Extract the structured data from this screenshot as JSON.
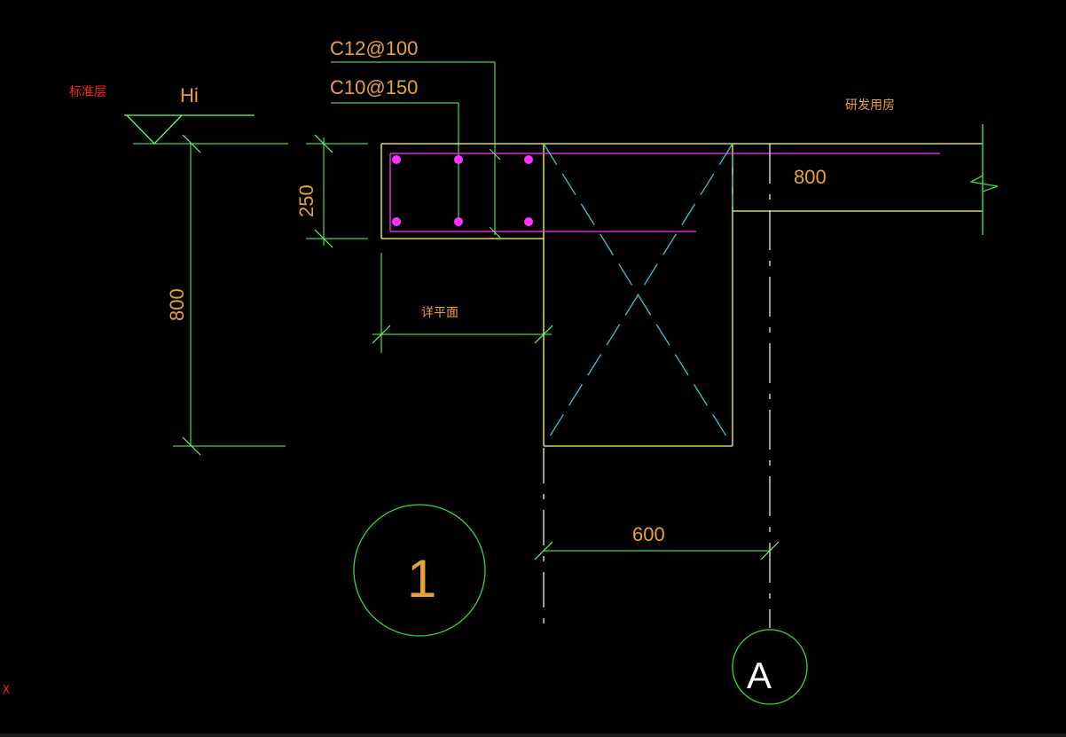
{
  "drawing": {
    "level_label": "标准层",
    "elevation_symbol": "Hi",
    "room_label": "研发用房",
    "rebar_top": "C12@100",
    "rebar_stirrup": "C10@150",
    "dim_height_total": "800",
    "dim_slab_thickness": "250",
    "dim_beam_depth": "800",
    "dim_column_width": "600",
    "plan_note": "详平面",
    "section_number": "1",
    "axis_label": "A",
    "ucs_x": "X"
  },
  "colors": {
    "background": "#000000",
    "structure": "#ffff66",
    "dimension": "#66ff66",
    "text": "#e8a13a",
    "rebar": "#ff33ff",
    "hidden": "#33cccc",
    "axis": "#ffffff",
    "red": "#ff2020"
  }
}
